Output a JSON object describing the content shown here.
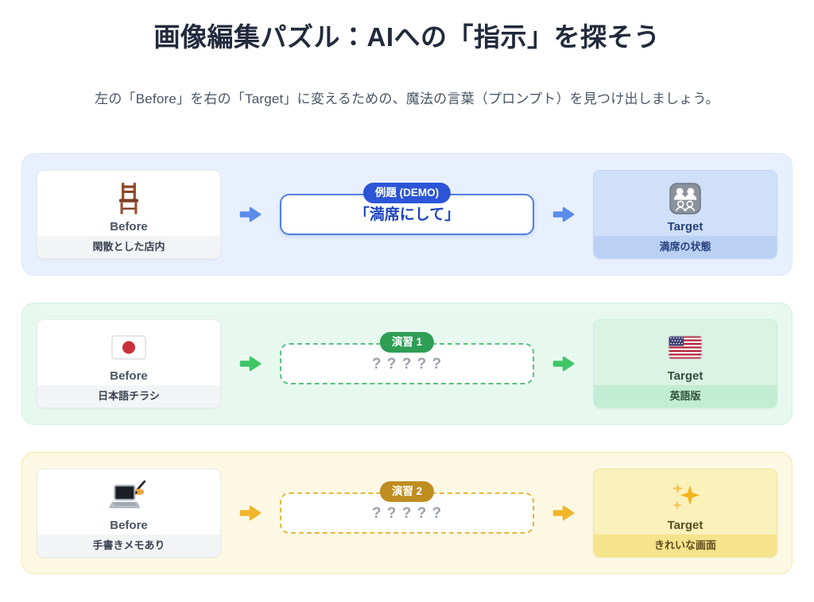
{
  "page": {
    "title": "画像編集パズル：AIへの「指示」を探そう",
    "subtitle": "左の「Before」を右の「Target」に変えるための、魔法の言葉（プロンプト）を見つけ出しましょう。"
  },
  "labels": {
    "before": "Before",
    "target": "Target"
  },
  "rows": [
    {
      "id": "demo",
      "theme": "blue",
      "badge": "例題 (DEMO)",
      "prompt": "「満席にして」",
      "before": {
        "icon": "chair-icon",
        "caption": "閑散とした店内"
      },
      "target": {
        "icon": "family-icon",
        "caption": "満席の状態"
      }
    },
    {
      "id": "exercise-1",
      "theme": "green",
      "badge": "演習 1",
      "prompt": "? ? ? ? ?",
      "before": {
        "icon": "japan-flag-icon",
        "caption": "日本語チラシ"
      },
      "target": {
        "icon": "us-flag-icon",
        "caption": "英語版"
      }
    },
    {
      "id": "exercise-2",
      "theme": "amber",
      "badge": "演習 2",
      "prompt": "? ? ? ? ?",
      "before": {
        "icon": "laptop-writing-icon",
        "caption": "手書きメモあり"
      },
      "target": {
        "icon": "sparkles-icon",
        "caption": "きれいな画面"
      }
    }
  ],
  "theme_colors": {
    "title_text": "#222b3c",
    "subtitle_text": "#4a5565",
    "blue_badge": "#2c55d8",
    "blue_border": "#4f80e2",
    "blue_arrow": "#5b8cec",
    "blue_prompt_text": "#1d43bd",
    "blue_row_bg": "#e8f0fd",
    "blue_target_bg": "#cfe0f8",
    "green_badge": "#2f9e55",
    "green_arrow": "#3ec566",
    "green_dashed_border": "#53c37e",
    "green_row_bg": "#e7f9ef",
    "green_target_bg": "#daf3e4",
    "amber_badge": "#bf8d20",
    "amber_arrow": "#f0b52b",
    "amber_dashed_border": "#e7b83a",
    "amber_row_bg": "#fdf8e3",
    "amber_target_bg": "#faf1bb",
    "muted_prompt_text": "#9aa1ab"
  }
}
